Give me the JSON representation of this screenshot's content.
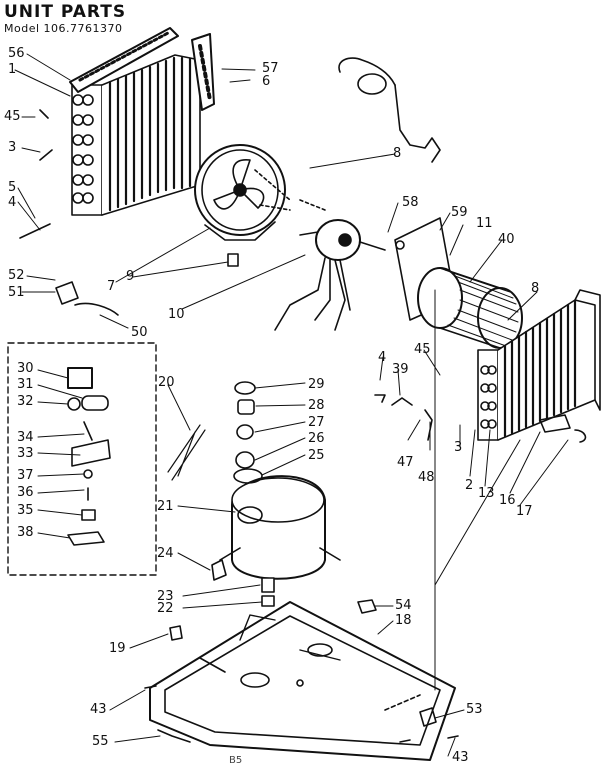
{
  "header": {
    "title": "UNIT PARTS",
    "model": "Model 106.7761370"
  },
  "footer": {
    "page_code": "B5"
  },
  "part_labels": [
    {
      "key": "56",
      "text": "56"
    },
    {
      "key": "1",
      "text": "1"
    },
    {
      "key": "57",
      "text": "57"
    },
    {
      "key": "6",
      "text": "6"
    },
    {
      "key": "45a",
      "text": "45"
    },
    {
      "key": "3a",
      "text": "3"
    },
    {
      "key": "8a",
      "text": "8"
    },
    {
      "key": "5",
      "text": "5"
    },
    {
      "key": "4a",
      "text": "4"
    },
    {
      "key": "58",
      "text": "58"
    },
    {
      "key": "59",
      "text": "59"
    },
    {
      "key": "11",
      "text": "11"
    },
    {
      "key": "40",
      "text": "40"
    },
    {
      "key": "7",
      "text": "7"
    },
    {
      "key": "9",
      "text": "9"
    },
    {
      "key": "10",
      "text": "10"
    },
    {
      "key": "52",
      "text": "52"
    },
    {
      "key": "51",
      "text": "51"
    },
    {
      "key": "50",
      "text": "50"
    },
    {
      "key": "8b",
      "text": "8"
    },
    {
      "key": "4b",
      "text": "4"
    },
    {
      "key": "45b",
      "text": "45"
    },
    {
      "key": "39",
      "text": "39"
    },
    {
      "key": "30",
      "text": "30"
    },
    {
      "key": "31",
      "text": "31"
    },
    {
      "key": "32",
      "text": "32"
    },
    {
      "key": "34",
      "text": "34"
    },
    {
      "key": "33",
      "text": "33"
    },
    {
      "key": "37",
      "text": "37"
    },
    {
      "key": "36",
      "text": "36"
    },
    {
      "key": "35",
      "text": "35"
    },
    {
      "key": "38",
      "text": "38"
    },
    {
      "key": "20",
      "text": "20"
    },
    {
      "key": "29",
      "text": "29"
    },
    {
      "key": "28",
      "text": "28"
    },
    {
      "key": "27",
      "text": "27"
    },
    {
      "key": "26",
      "text": "26"
    },
    {
      "key": "25",
      "text": "25"
    },
    {
      "key": "21",
      "text": "21"
    },
    {
      "key": "24",
      "text": "24"
    },
    {
      "key": "47",
      "text": "47"
    },
    {
      "key": "48",
      "text": "48"
    },
    {
      "key": "3b",
      "text": "3"
    },
    {
      "key": "2",
      "text": "2"
    },
    {
      "key": "13",
      "text": "13"
    },
    {
      "key": "16",
      "text": "16"
    },
    {
      "key": "17",
      "text": "17"
    },
    {
      "key": "23",
      "text": "23"
    },
    {
      "key": "22",
      "text": "22"
    },
    {
      "key": "54",
      "text": "54"
    },
    {
      "key": "18",
      "text": "18"
    },
    {
      "key": "19",
      "text": "19"
    },
    {
      "key": "43a",
      "text": "43"
    },
    {
      "key": "55",
      "text": "55"
    },
    {
      "key": "53",
      "text": "53"
    },
    {
      "key": "43b",
      "text": "43"
    }
  ]
}
